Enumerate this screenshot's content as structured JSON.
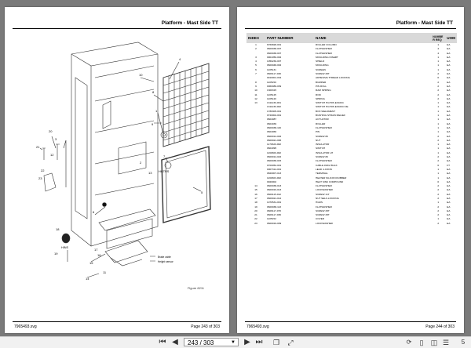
{
  "left_page": {
    "header": "Platform - Mast Side TT",
    "footer_left": "7965493.svg",
    "footer_right": "Page 243 of 303",
    "figure_label": "Figure 8211",
    "callouts": [
      "1",
      "3",
      "4",
      "5",
      "6",
      "7",
      "8",
      "9",
      "10",
      "11",
      "12",
      "13",
      "14",
      "15",
      "16",
      "17",
      "18",
      "19",
      "20",
      "21",
      "22",
      "23"
    ],
    "diagram_labels": {
      "hgtrs": "HGTRS",
      "hins": "HINS",
      "brake_cable": "Brake cable",
      "height_sensor": "Height sensor"
    }
  },
  "right_page": {
    "header": "Platform - Mast Side TT",
    "footer_left": "7965493.svg",
    "footer_right": "Page 244 of 303",
    "columns": {
      "index": "INDEX",
      "part_number": "PART NUMBER",
      "name": "NAME",
      "number_req": "NUMBE R REQ",
      "uom": "UOM"
    },
    "rows": [
      {
        "index": "1",
        "part": "6760828-001",
        "name": "ROLLER COLUMN",
        "qty": "1",
        "uom": "EA"
      },
      {
        "index": "2",
        "part": "0600038-007",
        "name": "FLATWASHER",
        "qty": "4",
        "uom": "EA"
      },
      {
        "index": "",
        "part": "0600038-007",
        "name": "FLATWASHER",
        "qty": "4",
        "uom": "EA"
      },
      {
        "index": "3",
        "part": "0901050-002",
        "name": "MOULDING INSERT",
        "qty": "1",
        "uom": "EA"
      },
      {
        "index": "4",
        "part": "1050230-007",
        "name": "SHIELD",
        "qty": "1",
        "uom": "EA"
      },
      {
        "index": "5",
        "part": "0600048-002",
        "name": "MOULDING",
        "qty": "1",
        "uom": "EA"
      },
      {
        "index": "6",
        "part": "1105131",
        "name": "SCREEN",
        "qty": "1",
        "uom": "EA"
      },
      {
        "index": "7",
        "part": "0606117-030",
        "name": "SCREW 3/8\"",
        "qty": "2",
        "uom": "EA"
      },
      {
        "index": "",
        "part": "0910001-034",
        "name": "ADHESIVE THREAD LOCKING",
        "qty": "0",
        "uom": "EA"
      },
      {
        "index": "8",
        "part": "1105150",
        "name": "BUMPER",
        "qty": "2",
        "uom": "EA"
      },
      {
        "index": "9",
        "part": "0060086-039",
        "name": "PIN ROLL",
        "qty": "2",
        "uom": "EA"
      },
      {
        "index": "10",
        "part": "1300315",
        "name": "RAM SPRING",
        "qty": "2",
        "uom": "EA"
      },
      {
        "index": "11",
        "part": "1105145",
        "name": "ROD",
        "qty": "2",
        "uom": "EA"
      },
      {
        "index": "12",
        "part": "1105140",
        "name": "SPRING",
        "qty": "2",
        "uom": "EA"
      },
      {
        "index": "13",
        "part": "1311230-001",
        "name": "SWITCH HGTRS EF1004",
        "qty": "1",
        "uom": "EA"
      },
      {
        "index": "",
        "part": "1311230-002",
        "name": "SWITCH HGTRS EF1004 CIE",
        "qty": "1",
        "uom": "EA"
      },
      {
        "index": "",
        "part": "1780305-001",
        "name": "BOX WELDMENT",
        "qty": "1",
        "uom": "EA"
      },
      {
        "index": "",
        "part": "0720002-001",
        "name": "BUSHING STRAIN RELIEF",
        "qty": "1",
        "uom": "EA"
      },
      {
        "index": "",
        "part": "0604087",
        "name": "ACTUATOR",
        "qty": "1",
        "uom": "EA"
      },
      {
        "index": "",
        "part": "0604039",
        "name": "ROLLER",
        "qty": "1",
        "uom": "EA"
      },
      {
        "index": "",
        "part": "0600038-116",
        "name": "FLATWASHER",
        "qty": "1",
        "uom": "EA"
      },
      {
        "index": "",
        "part": "0604066",
        "name": "PIN",
        "qty": "1",
        "uom": "EA"
      },
      {
        "index": "",
        "part": "0600014-002",
        "name": "SCREW #6",
        "qty": "2",
        "uom": "EA"
      },
      {
        "index": "",
        "part": "0600021-006",
        "name": "NUT",
        "qty": "2",
        "uom": "EA"
      },
      {
        "index": "",
        "part": "1170320-002",
        "name": "INSULATOR",
        "qty": "1",
        "uom": "EA"
      },
      {
        "index": "",
        "part": "0604095",
        "name": "SWITCH",
        "qty": "1",
        "uom": "EA"
      },
      {
        "index": "",
        "part": "1160300-002",
        "name": "INSULATOR LH",
        "qty": "1",
        "uom": "EA"
      },
      {
        "index": "",
        "part": "0600014-022",
        "name": "SCREW #6",
        "qty": "2",
        "uom": "EA"
      },
      {
        "index": "",
        "part": "0600038-015",
        "name": "FLATWASHER",
        "qty": "2",
        "uom": "EA"
      },
      {
        "index": "",
        "part": "0700052-001",
        "name": "CABLE #16/2 BULK",
        "qty": "6",
        "uom": "FT"
      },
      {
        "index": "",
        "part": "0007314-001",
        "name": "LEAD 4-CONN",
        "qty": "1",
        "uom": "EA"
      },
      {
        "index": "",
        "part": "0820007-013",
        "name": "TERMINAL",
        "qty": "1",
        "uom": "EA"
      },
      {
        "index": "",
        "part": "1160303-002",
        "name": "HEATER SILICON RUBBER",
        "qty": "1",
        "uom": "EA"
      },
      {
        "index": "",
        "part": "0920002",
        "name": "HEAT SINK COMPOUND",
        "qty": "0",
        "uom": "EA"
      },
      {
        "index": "14",
        "part": "0600038-013",
        "name": "FLATWASHER",
        "qty": "2",
        "uom": "EA"
      },
      {
        "index": "15",
        "part": "0600019-013",
        "name": "LOCKWASHER",
        "qty": "2",
        "uom": "EA"
      },
      {
        "index": "16",
        "part": "0600115-012",
        "name": "SCREW 1/4\"",
        "qty": "2",
        "uom": "EA"
      },
      {
        "index": "17",
        "part": "0600021-012",
        "name": "NUT SELF-LOCKING",
        "qty": "2",
        "uom": "EA"
      },
      {
        "index": "18",
        "part": "1070531-001",
        "name": "HGRS",
        "qty": "1",
        "uom": "EA"
      },
      {
        "index": "19",
        "part": "0600038-113",
        "name": "FLATWASHER",
        "qty": "2",
        "uom": "EA"
      },
      {
        "index": "20",
        "part": "0606117-070",
        "name": "SCREW 3/8\"",
        "qty": "2",
        "uom": "EA"
      },
      {
        "index": "21",
        "part": "0606117-036",
        "name": "SCREW 3/8\"",
        "qty": "2",
        "uom": "EA"
      },
      {
        "index": "22",
        "part": "1105152",
        "name": "COVER",
        "qty": "1",
        "uom": "EA"
      },
      {
        "index": "23",
        "part": "0600019-009",
        "name": "LOCKWASHER",
        "qty": "2",
        "uom": "EA"
      }
    ]
  },
  "toolbar": {
    "page_value": "243 / 303",
    "first_icon": "first-page-icon",
    "prev_icon": "prev-page-icon",
    "next_icon": "next-page-icon",
    "last_icon": "last-page-icon",
    "zoom_text": "5"
  },
  "colors": {
    "background": "#7a7a7a",
    "page": "#ffffff",
    "table_header": "#d9d9d9"
  }
}
